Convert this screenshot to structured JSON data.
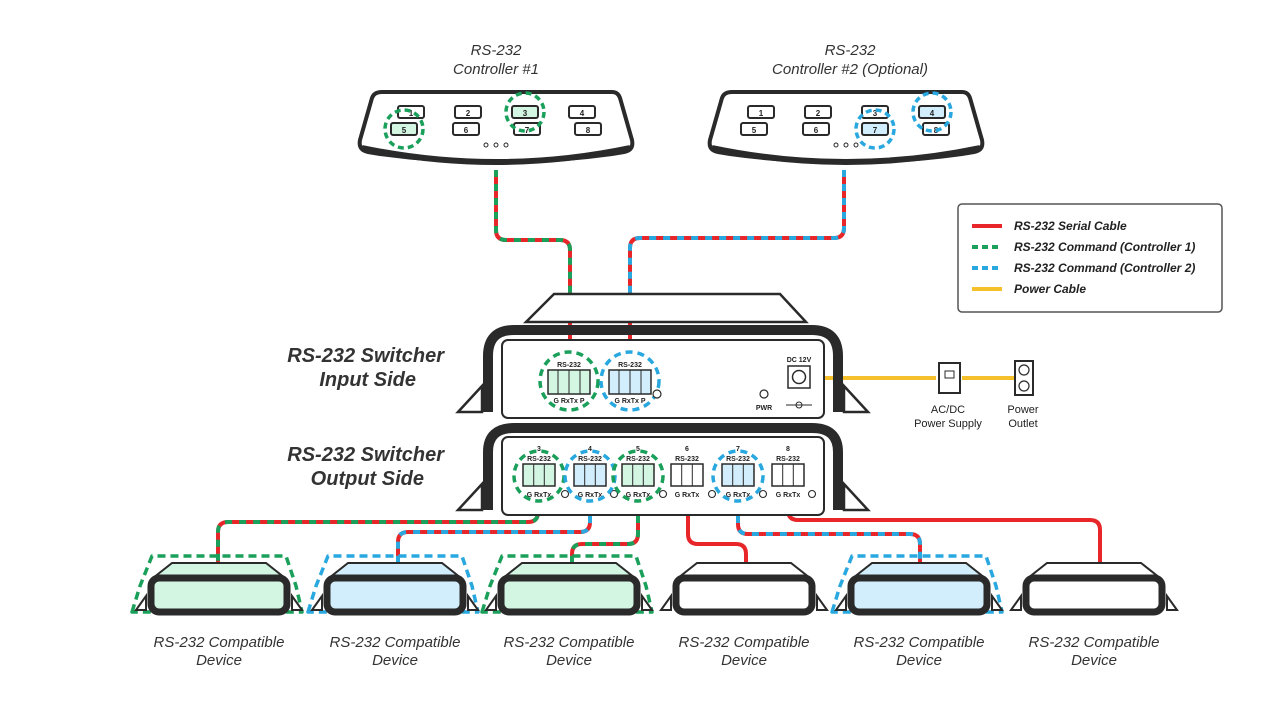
{
  "controllers": [
    {
      "title_line1": "RS-232",
      "title_line2": "Controller #1",
      "keys": [
        "1",
        "2",
        "3",
        "4",
        "5",
        "6",
        "7",
        "8"
      ]
    },
    {
      "title_line1": "RS-232",
      "title_line2": "Controller #2 (Optional)",
      "keys": [
        "1",
        "2",
        "3",
        "4",
        "5",
        "6",
        "7",
        "8"
      ]
    }
  ],
  "legend": {
    "items": [
      {
        "label": "RS-232 Serial Cable",
        "color": "#e8262a"
      },
      {
        "label": "RS-232 Command (Controller 1)",
        "color": "#1aa05a"
      },
      {
        "label": "RS-232 Command (Controller 2)",
        "color": "#29a8e0"
      },
      {
        "label": "Power Cable",
        "color": "#f6c02c"
      }
    ]
  },
  "switcher": {
    "input_title_line1": "RS-232 Switcher",
    "input_title_line2": "Input Side",
    "output_title_line1": "RS-232 Switcher",
    "output_title_line2": "Output Side",
    "input_ports": [
      {
        "label": "RS-232",
        "pins": "G  RxTx  P"
      },
      {
        "label": "RS-232",
        "pins": "G  RxTx  P"
      }
    ],
    "dc_label": "DC 12V",
    "pwr_label": "PWR",
    "output_ports": [
      {
        "number": "3",
        "label": "RS-232",
        "pins": "G RxTx"
      },
      {
        "number": "4",
        "label": "RS-232",
        "pins": "G RxTx"
      },
      {
        "number": "5",
        "label": "RS-232",
        "pins": "G RxTx"
      },
      {
        "number": "6",
        "label": "RS-232",
        "pins": "G RxTx"
      },
      {
        "number": "7",
        "label": "RS-232",
        "pins": "G RxTx"
      },
      {
        "number": "8",
        "label": "RS-232",
        "pins": "G RxTx"
      }
    ]
  },
  "power": {
    "supply_line1": "AC/DC",
    "supply_line2": "Power Supply",
    "outlet_line1": "Power",
    "outlet_line2": "Outlet"
  },
  "devices": [
    {
      "line1": "RS-232 Compatible",
      "line2": "Device",
      "controller": "1"
    },
    {
      "line1": "RS-232 Compatible",
      "line2": "Device",
      "controller": "2"
    },
    {
      "line1": "RS-232 Compatible",
      "line2": "Device",
      "controller": "1"
    },
    {
      "line1": "RS-232 Compatible",
      "line2": "Device",
      "controller": "none"
    },
    {
      "line1": "RS-232 Compatible",
      "line2": "Device",
      "controller": "2"
    },
    {
      "line1": "RS-232 Compatible",
      "line2": "Device",
      "controller": "none"
    }
  ],
  "colors": {
    "serial": "#e8262a",
    "ctrl1": "#1aa05a",
    "ctrl2": "#29a8e0",
    "power": "#f6c02c",
    "ctrl1_fill": "#d3f6e3",
    "ctrl2_fill": "#d2eefc",
    "outline": "#2a2a2a"
  }
}
